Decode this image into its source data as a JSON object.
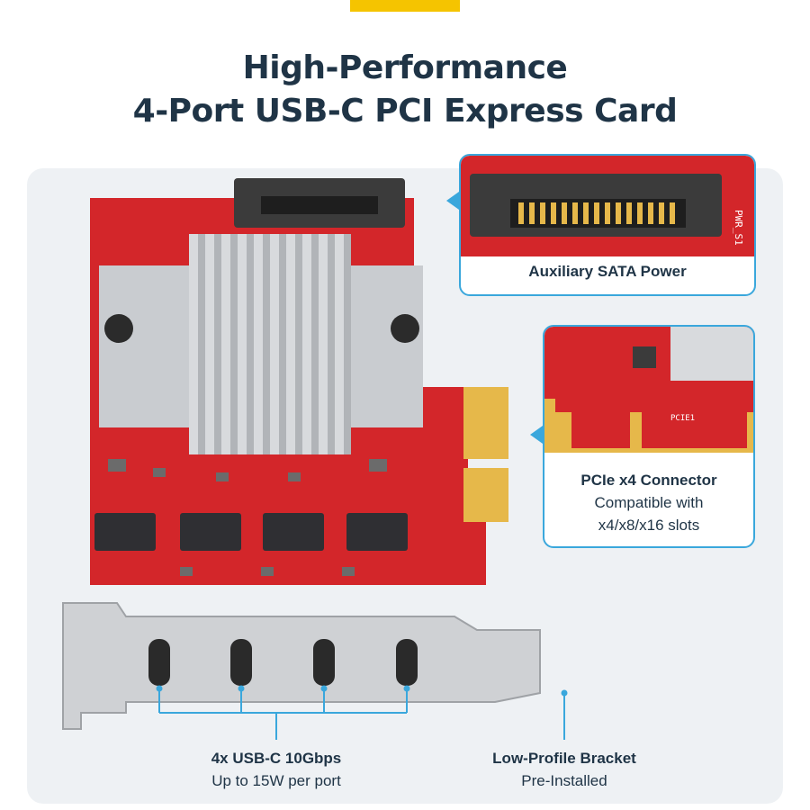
{
  "header": {
    "title_line1": "High-Performance",
    "title_line2": "4-Port USB-C PCI Express Card"
  },
  "callouts": {
    "sata": {
      "label": "Auxiliary SATA Power",
      "silk_text": "PWR_S1"
    },
    "pcie": {
      "title": "PCIe x4 Connector",
      "line2": "Compatible with",
      "line3": "x4/x8/x16 slots",
      "silk_text": "PCIE1"
    }
  },
  "captions": {
    "ports": {
      "title": "4x USB-C 10Gbps",
      "subtitle": "Up to 15W per port"
    },
    "bracket": {
      "title": "Low-Profile Bracket",
      "subtitle": "Pre-Installed"
    }
  },
  "colors": {
    "accent": "#f5c400",
    "heading": "#1f3446",
    "callout_border": "#3aa7dc",
    "pcb_red": "#d3262a",
    "panel": "#eef1f4"
  }
}
